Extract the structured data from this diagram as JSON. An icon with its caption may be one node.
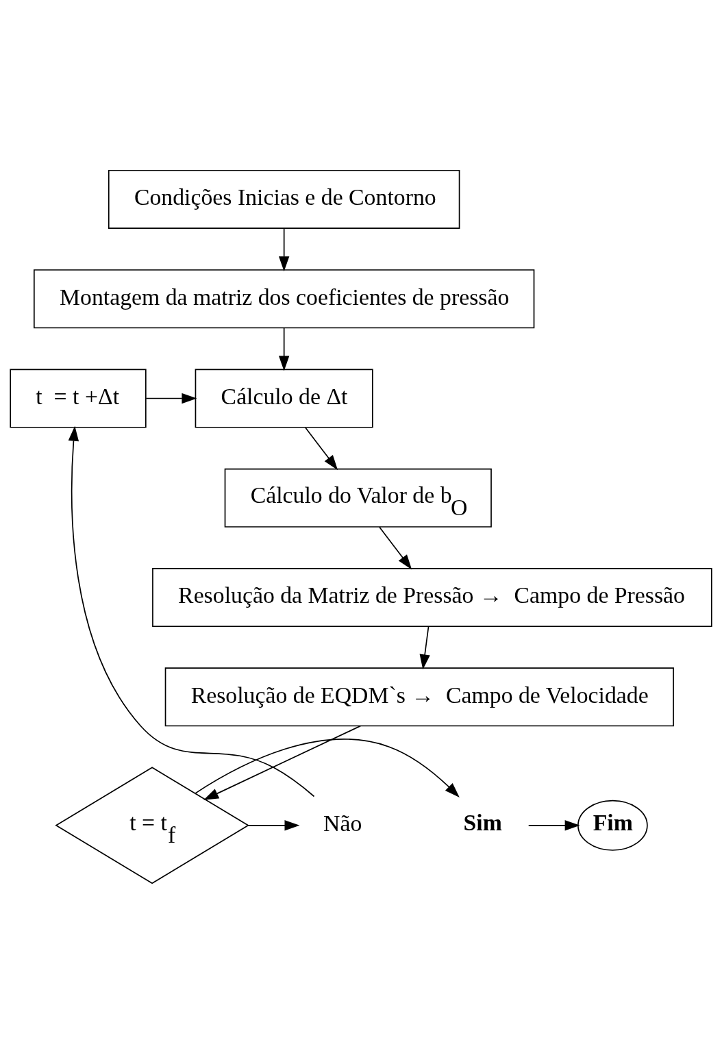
{
  "diagram": {
    "nodes": [
      {
        "text": [
          "Condições Inicias e de Contorno"
        ]
      },
      {
        "text": [
          "Montagem da matriz dos coeficientes de pressão"
        ]
      },
      {
        "text": [
          "Cálculo de Δt"
        ]
      },
      {
        "text": [
          "t  = t +Δt"
        ]
      },
      {
        "text": [
          "Cálculo do Valor de b$_{O}$"
        ]
      },
      {
        "text": [
          "Resolução da Matriz de Pressão →  Campo de Pressão"
        ]
      },
      {
        "text": [
          "Resolução de EQDM`s →  Campo de Velocidade"
        ]
      },
      {
        "text": [
          "t = t$_{f}$"
        ]
      },
      {
        "text": [
          "Não"
        ]
      },
      {
        "text": [
          "Sim"
        ]
      },
      {
        "text": [
          "Fim"
        ]
      }
    ],
    "edges": [
      {
        "from": 0,
        "to": 1,
        "arrow": "to"
      },
      {
        "from": 1,
        "to": 2,
        "arrow": "to"
      },
      {
        "from": 2,
        "to": 4,
        "arrow": "to"
      },
      {
        "from": 4,
        "to": 5,
        "arrow": "to"
      },
      {
        "from": 5,
        "to": 6,
        "arrow": "to"
      },
      {
        "from": 6,
        "to": 7,
        "arrow": "to"
      },
      {
        "from": 7,
        "to": 8,
        "arrow": "to"
      },
      {
        "from": 7,
        "to": 9,
        "arrow": "to"
      },
      {
        "from": 9,
        "to": 10,
        "arrow": "to"
      },
      {
        "from": 8,
        "to": 3,
        "arrow": "to"
      },
      {
        "from": 3,
        "to": 2,
        "arrow": "to"
      }
    ]
  }
}
